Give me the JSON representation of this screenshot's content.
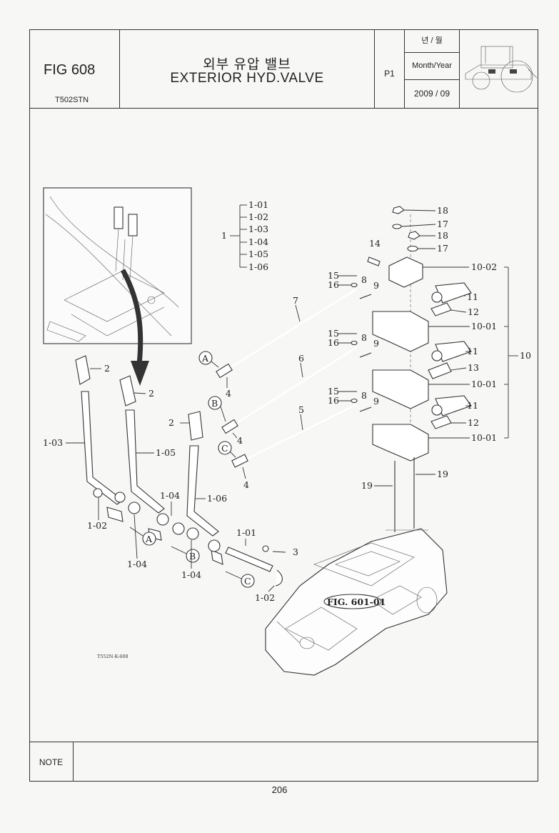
{
  "header": {
    "fig_no": "FIG 608",
    "model": "T502STN",
    "title_ko": "외부 유압 밸브",
    "title_en": "EXTERIOR HYD.VALVE",
    "page_code": "P1",
    "date_label_ko": "년 / 월",
    "date_label_en": "Month/Year",
    "date_value": "2009 / 09"
  },
  "diagram": {
    "group_1": {
      "parent": "1",
      "children": [
        "1-01",
        "1-02",
        "1-03",
        "1-04",
        "1-05",
        "1-06"
      ]
    },
    "valve_labels": {
      "p18a": "18",
      "p17a": "17",
      "p18b": "18",
      "p17b": "17",
      "p14": "14",
      "p10_02": "10-02",
      "p15a": "15",
      "p16a": "16",
      "p8a": "8",
      "p9a": "9",
      "p15b": "15",
      "p16b": "16",
      "p8b": "8",
      "p9b": "9",
      "p15c": "15",
      "p16c": "16",
      "p8c": "8",
      "p9c": "9",
      "p11a": "11",
      "p12a": "12",
      "p10_01a": "10-01",
      "p11b": "11",
      "p13": "13",
      "p10_01b": "10-01",
      "p11c": "11",
      "p12b": "12",
      "p10_01c": "10-01",
      "p10": "10",
      "p19a": "19",
      "p19b": "19"
    },
    "rod_labels": {
      "p7": "7",
      "p6": "6",
      "p5": "5",
      "p4a": "4",
      "p4b": "4",
      "p4c": "4",
      "circ_a": "A",
      "circ_b": "B",
      "circ_c": "C"
    },
    "lever_labels": {
      "p2a": "2",
      "p2b": "2",
      "p2c": "2",
      "p1_03": "1-03",
      "p1_05": "1-05",
      "p1_06": "1-06",
      "p1_04a": "1-04",
      "p1_02a": "1-02",
      "p1_04b": "1-04",
      "p1_04c": "1-04",
      "p1_01": "1-01",
      "p3": "3",
      "p1_02b": "1-02",
      "circ_a2": "A",
      "circ_b2": "B",
      "circ_c2": "C"
    },
    "fig_ref": "FIG. 601-01",
    "drawing_code": "T552N-K-608"
  },
  "footer": {
    "note_label": "NOTE",
    "page_number": "206"
  }
}
